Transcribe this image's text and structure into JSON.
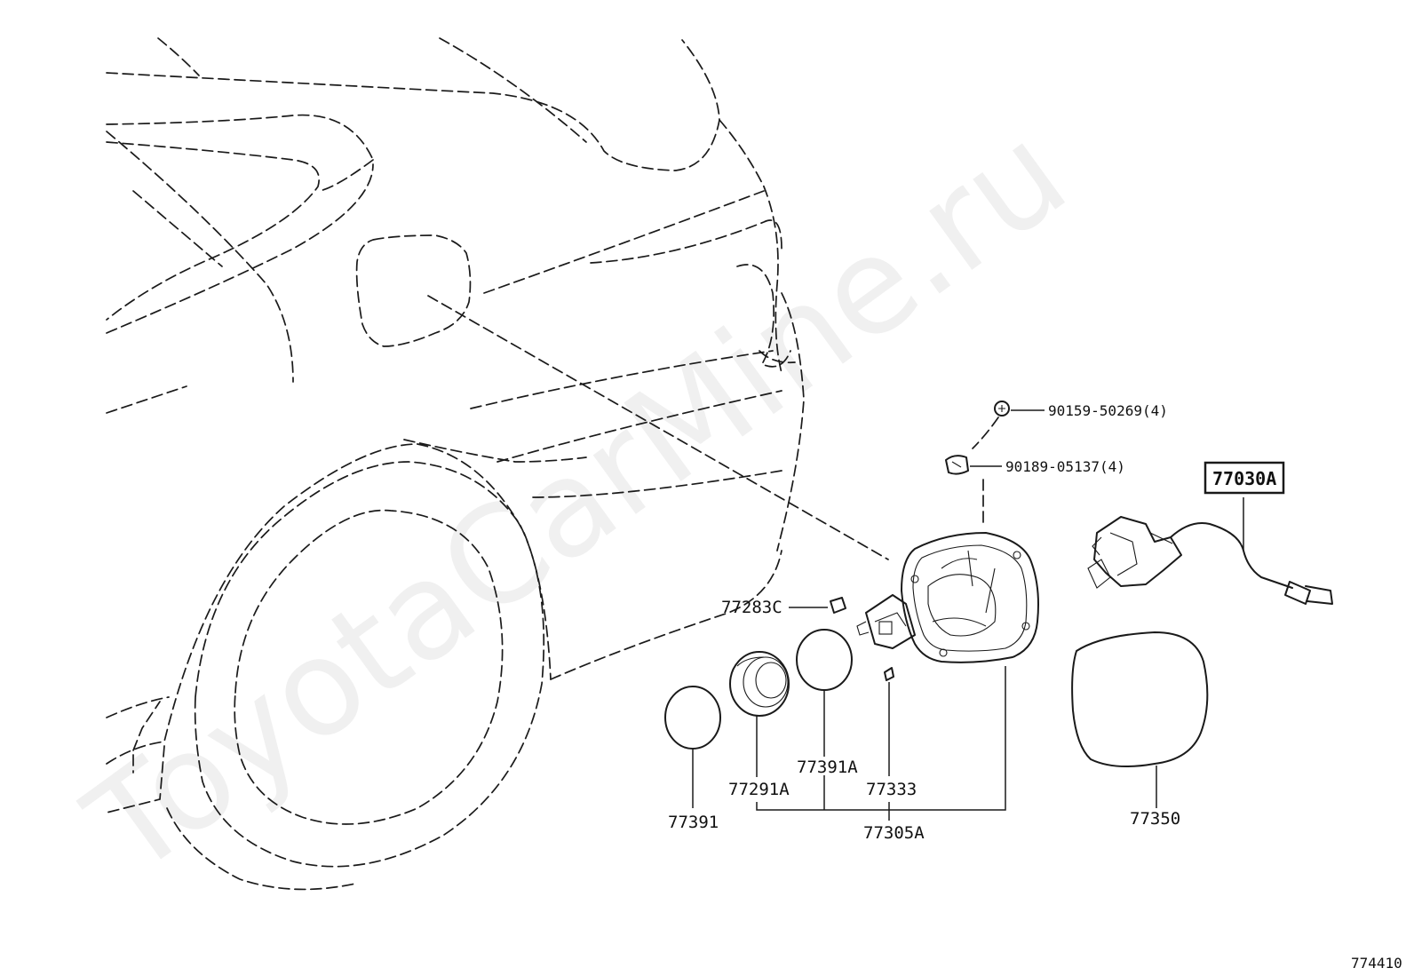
{
  "watermark": "ToyotaCarMine.ru",
  "diagram_id": "774410",
  "labels": {
    "p90159": "90159-50269(4)",
    "p90189": "90189-05137(4)",
    "p77030A": "77030A",
    "p77283C": "77283C",
    "p77391": "77391",
    "p77291A": "77291A",
    "p77391A": "77391A",
    "p77333": "77333",
    "p77305A": "77305A",
    "p77350": "77350"
  }
}
